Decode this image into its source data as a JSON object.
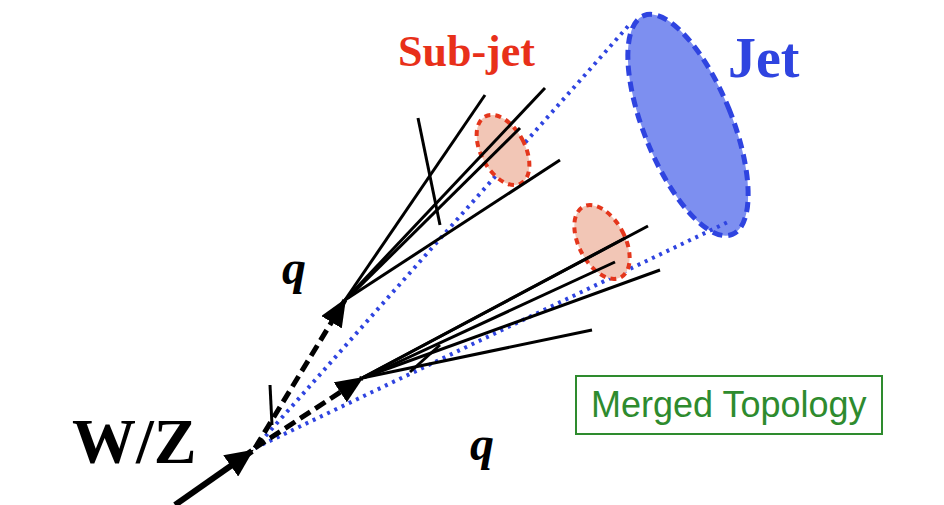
{
  "diagram": {
    "nodes": [
      {
        "text": [
          "Merged Topology"
        ]
      }
    ],
    "labels": [
      "Sub-jet",
      "Jet",
      "q",
      "q",
      "W/Z"
    ]
  }
}
